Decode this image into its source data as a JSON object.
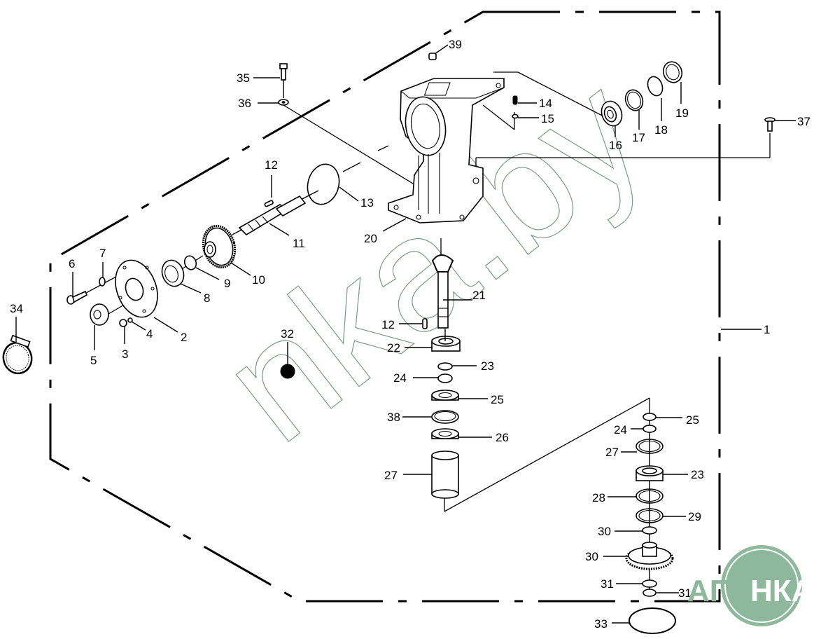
{
  "diagram": {
    "title": "Gearbox assembly exploded view",
    "assembly_callout": "1",
    "callouts": [
      {
        "id": "c2",
        "label": "2"
      },
      {
        "id": "c3",
        "label": "3"
      },
      {
        "id": "c4",
        "label": "4"
      },
      {
        "id": "c5",
        "label": "5"
      },
      {
        "id": "c6",
        "label": "6"
      },
      {
        "id": "c7",
        "label": "7"
      },
      {
        "id": "c8",
        "label": "8"
      },
      {
        "id": "c9",
        "label": "9"
      },
      {
        "id": "c10",
        "label": "10"
      },
      {
        "id": "c11",
        "label": "11"
      },
      {
        "id": "c12a",
        "label": "12"
      },
      {
        "id": "c12b",
        "label": "12"
      },
      {
        "id": "c13",
        "label": "13"
      },
      {
        "id": "c14",
        "label": "14"
      },
      {
        "id": "c15",
        "label": "15"
      },
      {
        "id": "c16",
        "label": "16"
      },
      {
        "id": "c17",
        "label": "17"
      },
      {
        "id": "c18",
        "label": "18"
      },
      {
        "id": "c19",
        "label": "19"
      },
      {
        "id": "c20",
        "label": "20"
      },
      {
        "id": "c21",
        "label": "21"
      },
      {
        "id": "c22a",
        "label": "22"
      },
      {
        "id": "c22b",
        "label": "22"
      },
      {
        "id": "c23a",
        "label": "23"
      },
      {
        "id": "c23b",
        "label": "23"
      },
      {
        "id": "c24a",
        "label": "24"
      },
      {
        "id": "c24b",
        "label": "24"
      },
      {
        "id": "c25a",
        "label": "25"
      },
      {
        "id": "c25b",
        "label": "25"
      },
      {
        "id": "c26",
        "label": "26"
      },
      {
        "id": "c27a",
        "label": "27"
      },
      {
        "id": "c27b",
        "label": "27"
      },
      {
        "id": "c28",
        "label": "28"
      },
      {
        "id": "c29a",
        "label": "29"
      },
      {
        "id": "c29b",
        "label": "29"
      },
      {
        "id": "c30",
        "label": "30"
      },
      {
        "id": "c31",
        "label": "31"
      },
      {
        "id": "c32",
        "label": "32"
      },
      {
        "id": "c33",
        "label": "33"
      },
      {
        "id": "c34",
        "label": "34"
      },
      {
        "id": "c35",
        "label": "35"
      },
      {
        "id": "c36",
        "label": "36"
      },
      {
        "id": "c37",
        "label": "37"
      },
      {
        "id": "c38",
        "label": "38"
      },
      {
        "id": "c39",
        "label": "39"
      }
    ]
  },
  "watermark": {
    "text": "nka.by",
    "color": "#7a9a88"
  },
  "logo": {
    "text_left": "АГРО",
    "text_right": "НКА",
    "color": "#8db89b"
  }
}
